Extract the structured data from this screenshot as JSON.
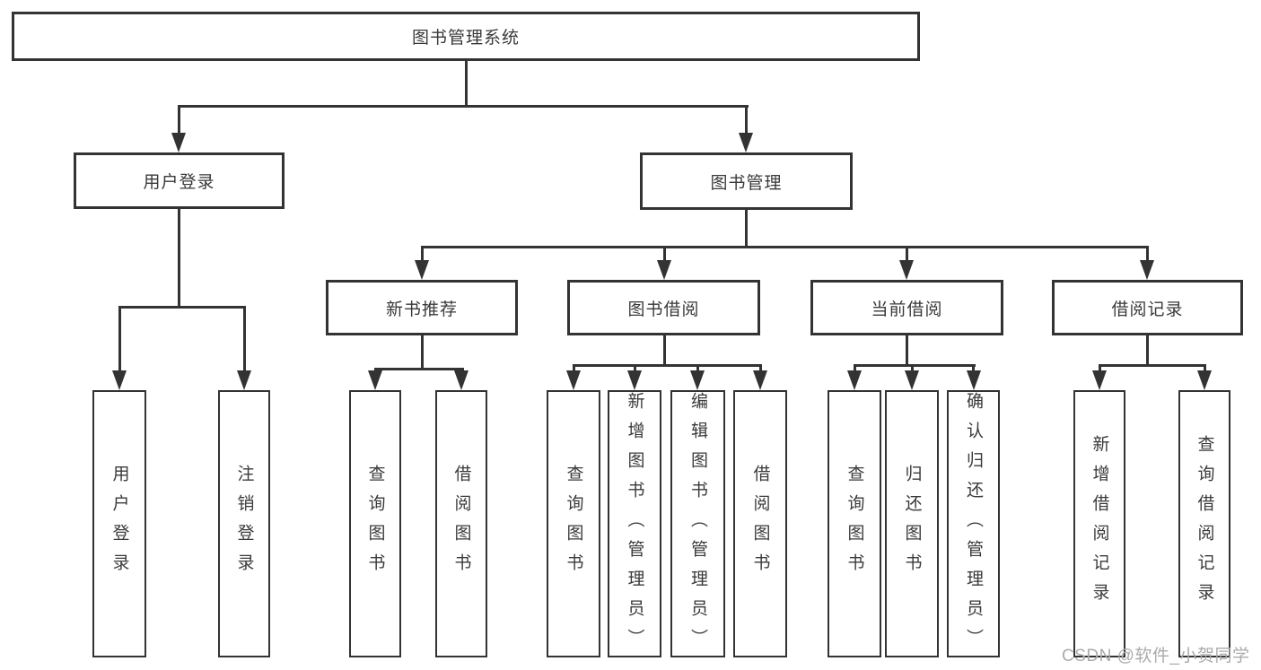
{
  "tree": {
    "root": "图书管理系统",
    "children": [
      {
        "label": "用户登录",
        "children": [
          "用户登录",
          "注销登录"
        ]
      },
      {
        "label": "图书管理",
        "children": [
          {
            "label": "新书推荐",
            "children": [
              "查询图书",
              "借阅图书"
            ]
          },
          {
            "label": "图书借阅",
            "children": [
              "查询图书",
              "新增图书（管理员）",
              "编辑图书（管理员）",
              "借阅图书"
            ]
          },
          {
            "label": "当前借阅",
            "children": [
              "查询图书",
              "归还图书",
              "确认归还（管理员）"
            ]
          },
          {
            "label": "借阅记录",
            "children": [
              "新增借阅记录",
              "查询借阅记录"
            ]
          }
        ]
      }
    ]
  },
  "watermark": {
    "text": "CSDN @软件_小贺同学"
  },
  "colors": {
    "line": "#333333",
    "text": "#3a3a3a",
    "watermark": "#ababab",
    "background": "#ffffff"
  }
}
